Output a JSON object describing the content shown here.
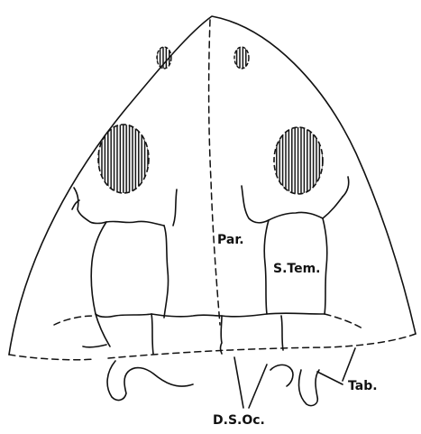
{
  "labels": {
    "parietal": "Par.",
    "supratemporal": "S.Tem.",
    "tabular": "Tab.",
    "dermal_supraoccipital": "D.S.Oc."
  },
  "colors": {
    "line": "#111111",
    "background": "#ffffff"
  }
}
